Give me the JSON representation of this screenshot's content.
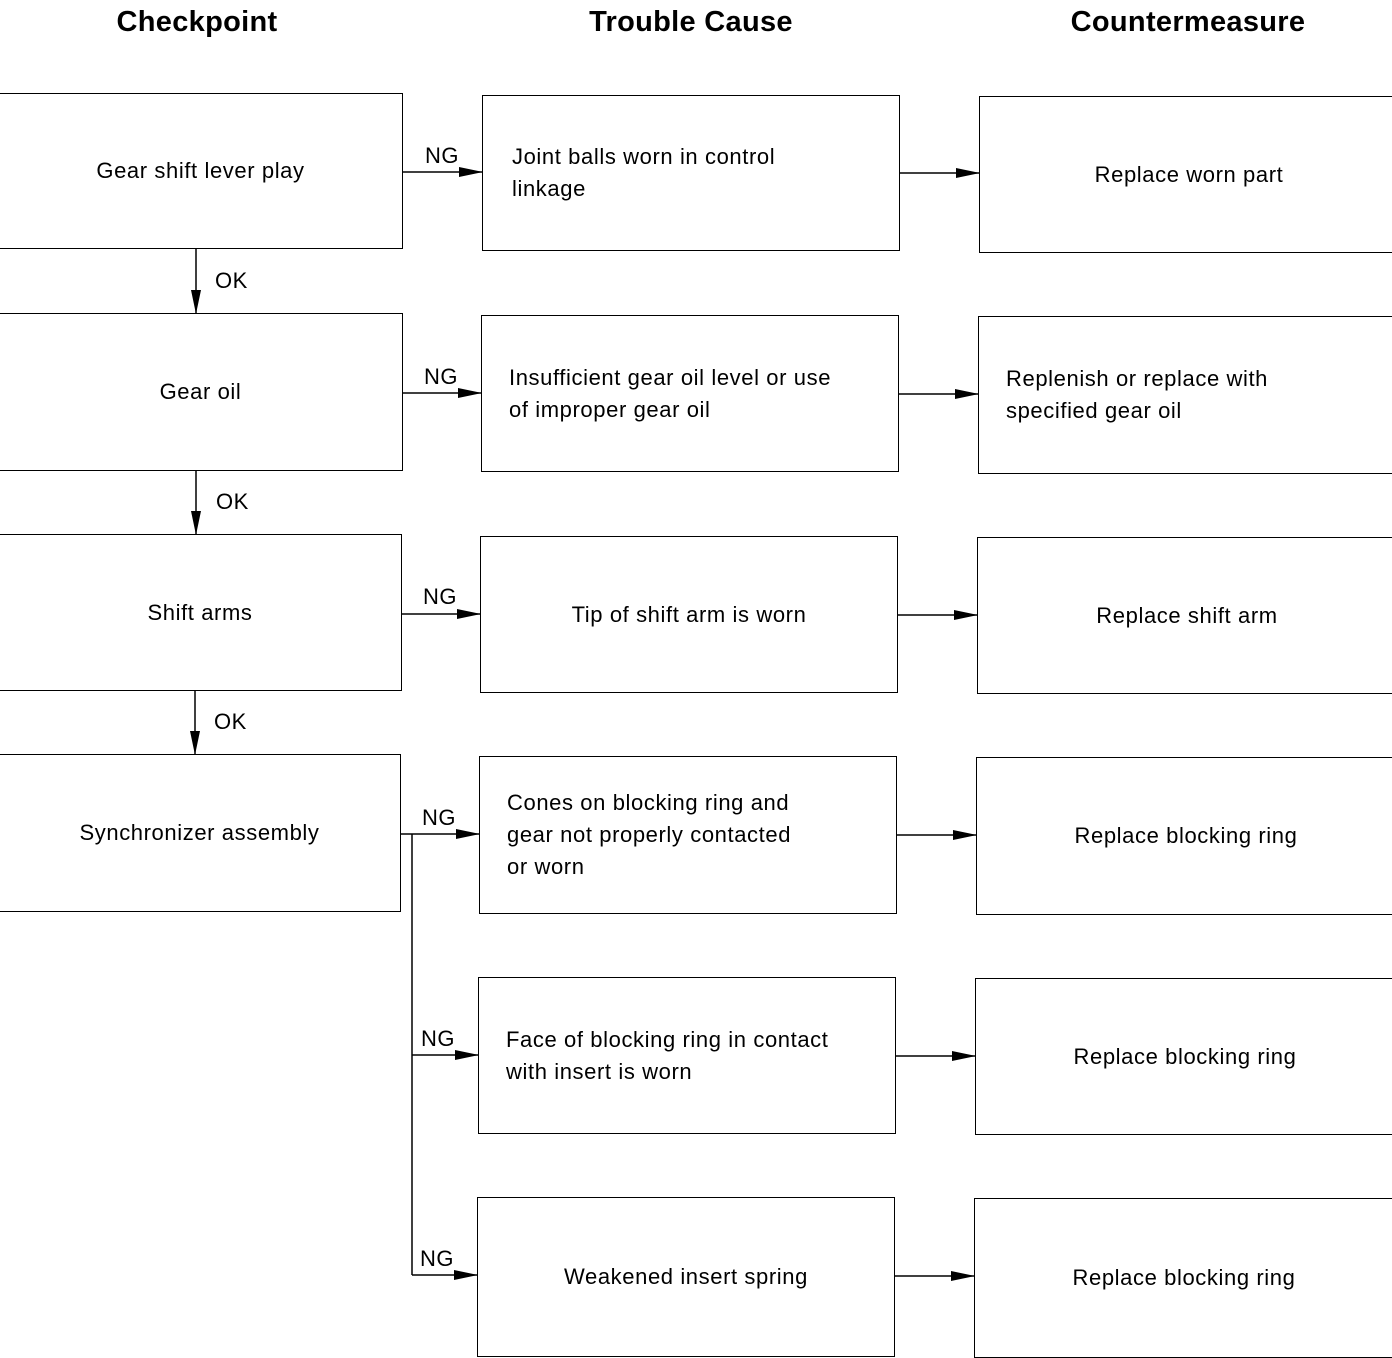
{
  "headers": {
    "checkpoint": "Checkpoint",
    "trouble_cause": "Trouble Cause",
    "countermeasure": "Countermeasure"
  },
  "checkpoints": [
    "Gear shift lever play",
    "Gear oil",
    "Shift arms",
    "Synchronizer assembly"
  ],
  "causes": [
    "Joint balls worn in control\nlinkage",
    "Insufficient gear oil level or use\nof improper gear oil",
    "Tip of shift arm is worn",
    "Cones on blocking ring and\ngear not properly contacted\nor worn",
    "Face of blocking ring in contact\nwith insert is worn",
    "Weakened insert spring"
  ],
  "countermeasures": [
    "Replace worn part",
    "Replenish or replace with\nspecified gear oil",
    "Replace shift arm",
    "Replace blocking ring",
    "Replace blocking ring",
    "Replace blocking ring"
  ],
  "labels": {
    "ng": "NG",
    "ok": "OK"
  }
}
